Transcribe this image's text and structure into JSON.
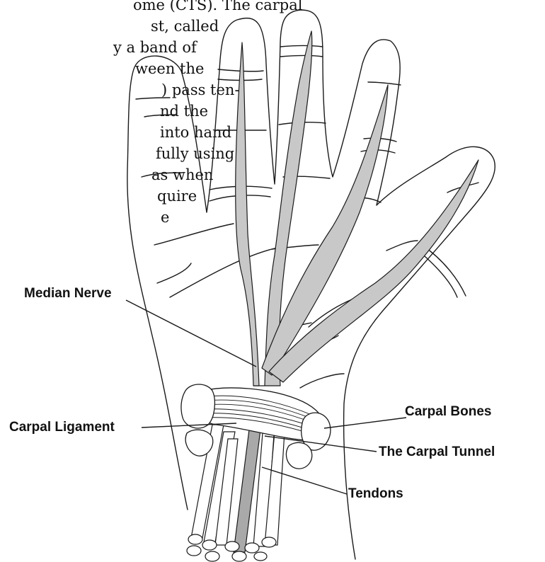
{
  "text_fragment": [
    "ome (CTS). The carpal",
    "st, called",
    "y a band of",
    "ween the",
    ") pass ten-",
    "nd the",
    "into hand",
    "fully using",
    "as when",
    "quire",
    "e"
  ],
  "labels": {
    "median_nerve": "Median Nerve",
    "carpal_bones": "Carpal Bones",
    "carpal_ligament": "Carpal Ligament",
    "carpal_tunnel": "The Carpal Tunnel",
    "tendons": "Tendons"
  },
  "colors": {
    "nerve": "#c8c8c8",
    "tendon": "#a9a9a9",
    "outline": "#1a1a1a"
  }
}
